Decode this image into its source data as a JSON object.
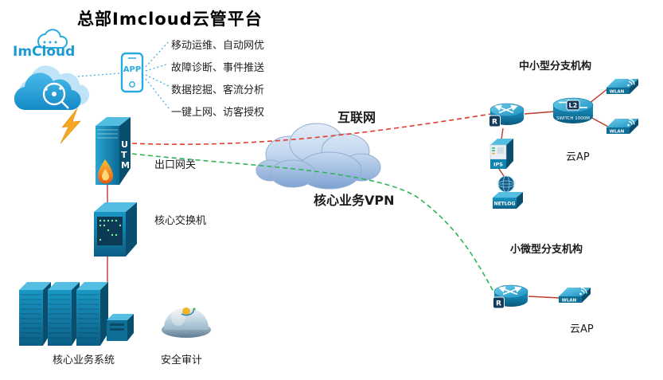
{
  "title": "总部Imcloud云管平台",
  "cloud_platform": {
    "logo": "ImCloud",
    "app_label": "APP",
    "features": [
      "移动运维、自动网优",
      "故障诊断、事件推送",
      "数据挖掘、客流分析",
      "一键上网、访客授权"
    ]
  },
  "headquarters": {
    "utm": "UTM",
    "gateway": "出口网关",
    "core_switch": "核心交换机",
    "core_business": "核心业务系统",
    "security_audit": "安全审计"
  },
  "wan": {
    "internet": "互联网",
    "vpn": "核心业务VPN"
  },
  "branch_medium": {
    "title": "中小型分支机构",
    "router_badge": "R",
    "switch_badge": "L2",
    "switch_label": "SWITCH 1000M",
    "ips": "IPS",
    "netlog": "NETLOG",
    "wlan": "WLAN",
    "cloud_ap": "云AP"
  },
  "branch_micro": {
    "title": "小微型分支机构",
    "router_badge": "R",
    "wlan": "WLAN",
    "cloud_ap": "云AP"
  },
  "colors": {
    "device_blue": "#1A97C4",
    "device_dark": "#0A4E6E",
    "internet_line_red": "#E23B2E",
    "vpn_line_green": "#2FB457",
    "link_red": "#C0392B",
    "logo_blue": "#29ABE2",
    "flame_orange": "#F5A623"
  }
}
